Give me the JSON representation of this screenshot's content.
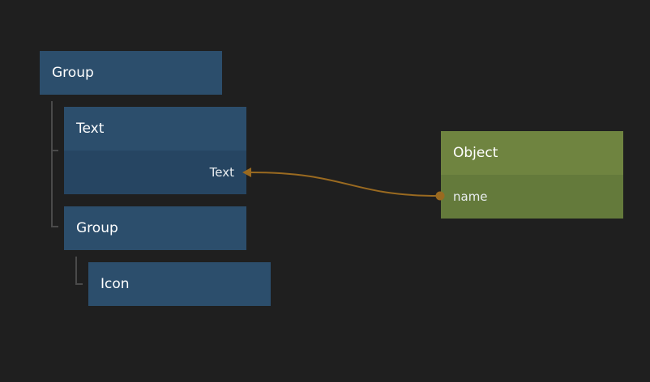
{
  "nodes": {
    "group_root": {
      "title": "Group"
    },
    "text_node": {
      "title": "Text",
      "input_port": "Text"
    },
    "group_child": {
      "title": "Group"
    },
    "icon_node": {
      "title": "Icon"
    },
    "object_node": {
      "title": "Object",
      "output_port": "name"
    }
  },
  "colors": {
    "background": "#1f1f1f",
    "visual_node": "#2c4e6c",
    "data_node": "#6f8440",
    "connection": "#9a6a20"
  }
}
